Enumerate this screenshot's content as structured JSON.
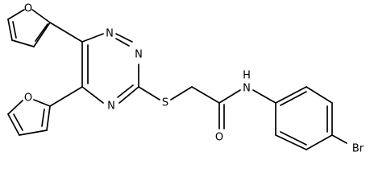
{
  "molecule": {
    "atoms": [
      {
        "id": "O_top_furan",
        "label": "O"
      },
      {
        "id": "N1",
        "label": "N"
      },
      {
        "id": "N2",
        "label": "N"
      },
      {
        "id": "N4",
        "label": "N"
      },
      {
        "id": "O_bottom_furan",
        "label": "O"
      },
      {
        "id": "S_thioether",
        "label": "S"
      },
      {
        "id": "N_amide",
        "label": "N"
      },
      {
        "id": "H_amide",
        "label": "H"
      },
      {
        "id": "O_carbonyl",
        "label": "O"
      },
      {
        "id": "Br",
        "label": "Br"
      }
    ]
  }
}
